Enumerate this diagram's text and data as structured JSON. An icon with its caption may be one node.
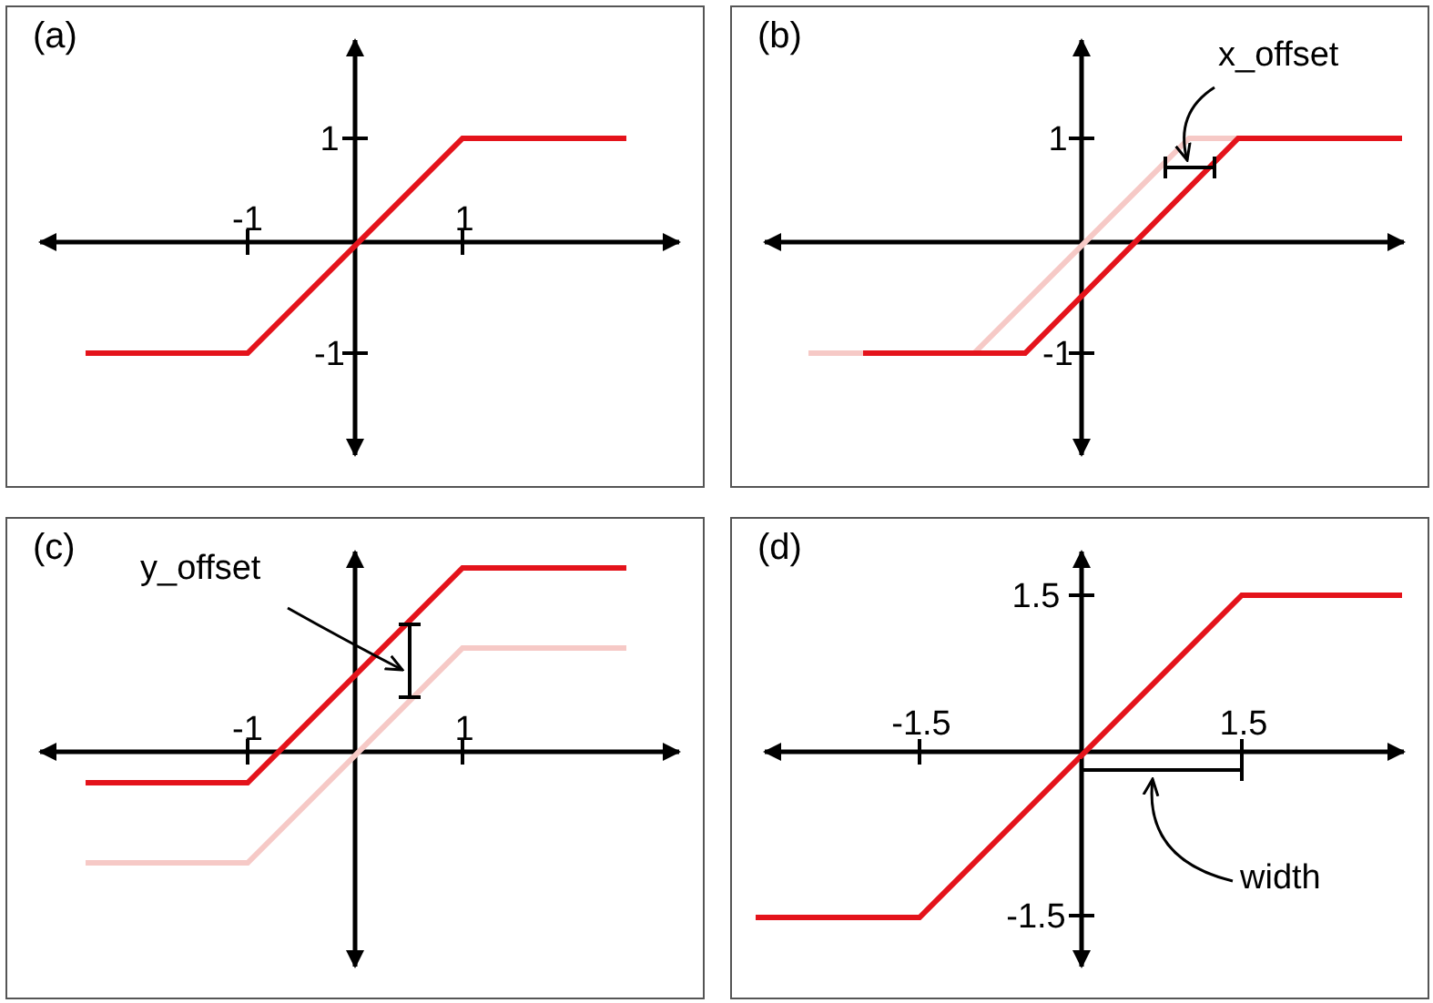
{
  "diagram": {
    "nodes": [
      {
        "text": [
          "(a)"
        ]
      },
      {
        "text": [
          "(b)"
        ]
      },
      {
        "text": [
          "(c)"
        ]
      },
      {
        "text": [
          "(d)"
        ]
      },
      {
        "text": [
          "x_offset"
        ],
        "in": 1
      },
      {
        "text": [
          "y_offset"
        ],
        "in": 2
      },
      {
        "text": [
          "width"
        ],
        "in": 3
      }
    ],
    "edges": [
      {
        "from": 4,
        "to": null,
        "arrow": "to"
      },
      {
        "from": 5,
        "to": null,
        "arrow": "to"
      },
      {
        "from": 6,
        "to": null,
        "arrow": "to"
      }
    ],
    "labels": [
      "1",
      "-1",
      "1",
      "-1",
      "1",
      "-1",
      "-1",
      "1",
      "1.5",
      "-1.5",
      "1.5",
      "-1.5"
    ]
  }
}
